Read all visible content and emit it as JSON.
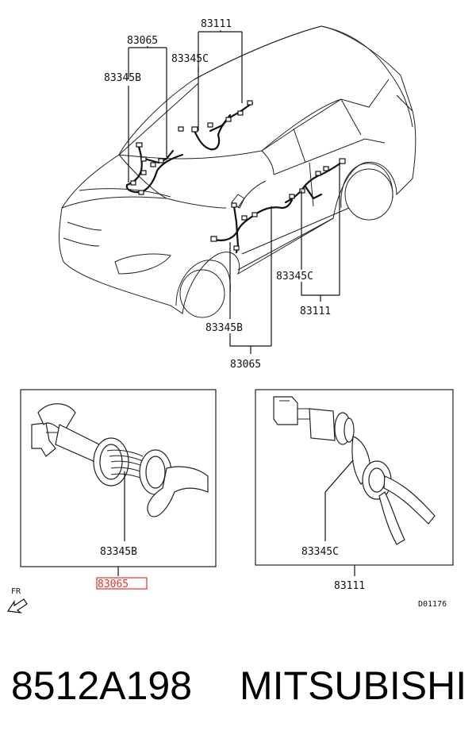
{
  "diagram": {
    "labels": {
      "top_83111": "83111",
      "top_83065": "83065",
      "top_83345C": "83345C",
      "top_83345B": "83345B",
      "right_83345C": "83345C",
      "right_83111": "83111",
      "bottom_83345B": "83345B",
      "bottom_83065": "83065",
      "inset_left_83345B": "83345B",
      "inset_left_83065": "83065",
      "inset_right_83345C": "83345C",
      "inset_right_83111": "83111",
      "front_marker": "FR",
      "drawing_code": "D01176"
    },
    "highlight_color": "#e8322a"
  },
  "footer": {
    "part_number": "8512A198",
    "brand": "MITSUBISHI"
  }
}
